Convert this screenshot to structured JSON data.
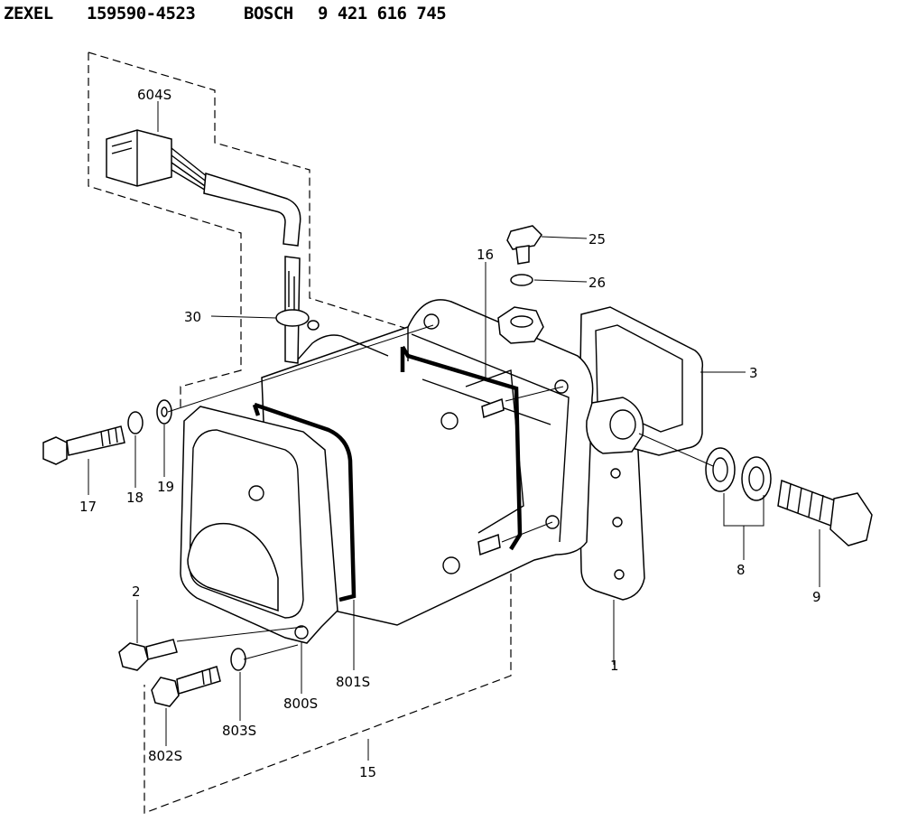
{
  "header": {
    "brand1": "ZEXEL",
    "part1": "159590-4523",
    "brand2": "BOSCH",
    "part2": "9 421 616 745"
  },
  "callouts": {
    "c604S": "604S",
    "c30": "30",
    "c25": "25",
    "c26": "26",
    "c16": "16",
    "c3": "3",
    "c17": "17",
    "c18": "18",
    "c19": "19",
    "c8": "8",
    "c9": "9",
    "c2": "2",
    "c800S": "800S",
    "c801S": "801S",
    "c1": "1",
    "c802S": "802S",
    "c803S": "803S",
    "c15": "15"
  }
}
